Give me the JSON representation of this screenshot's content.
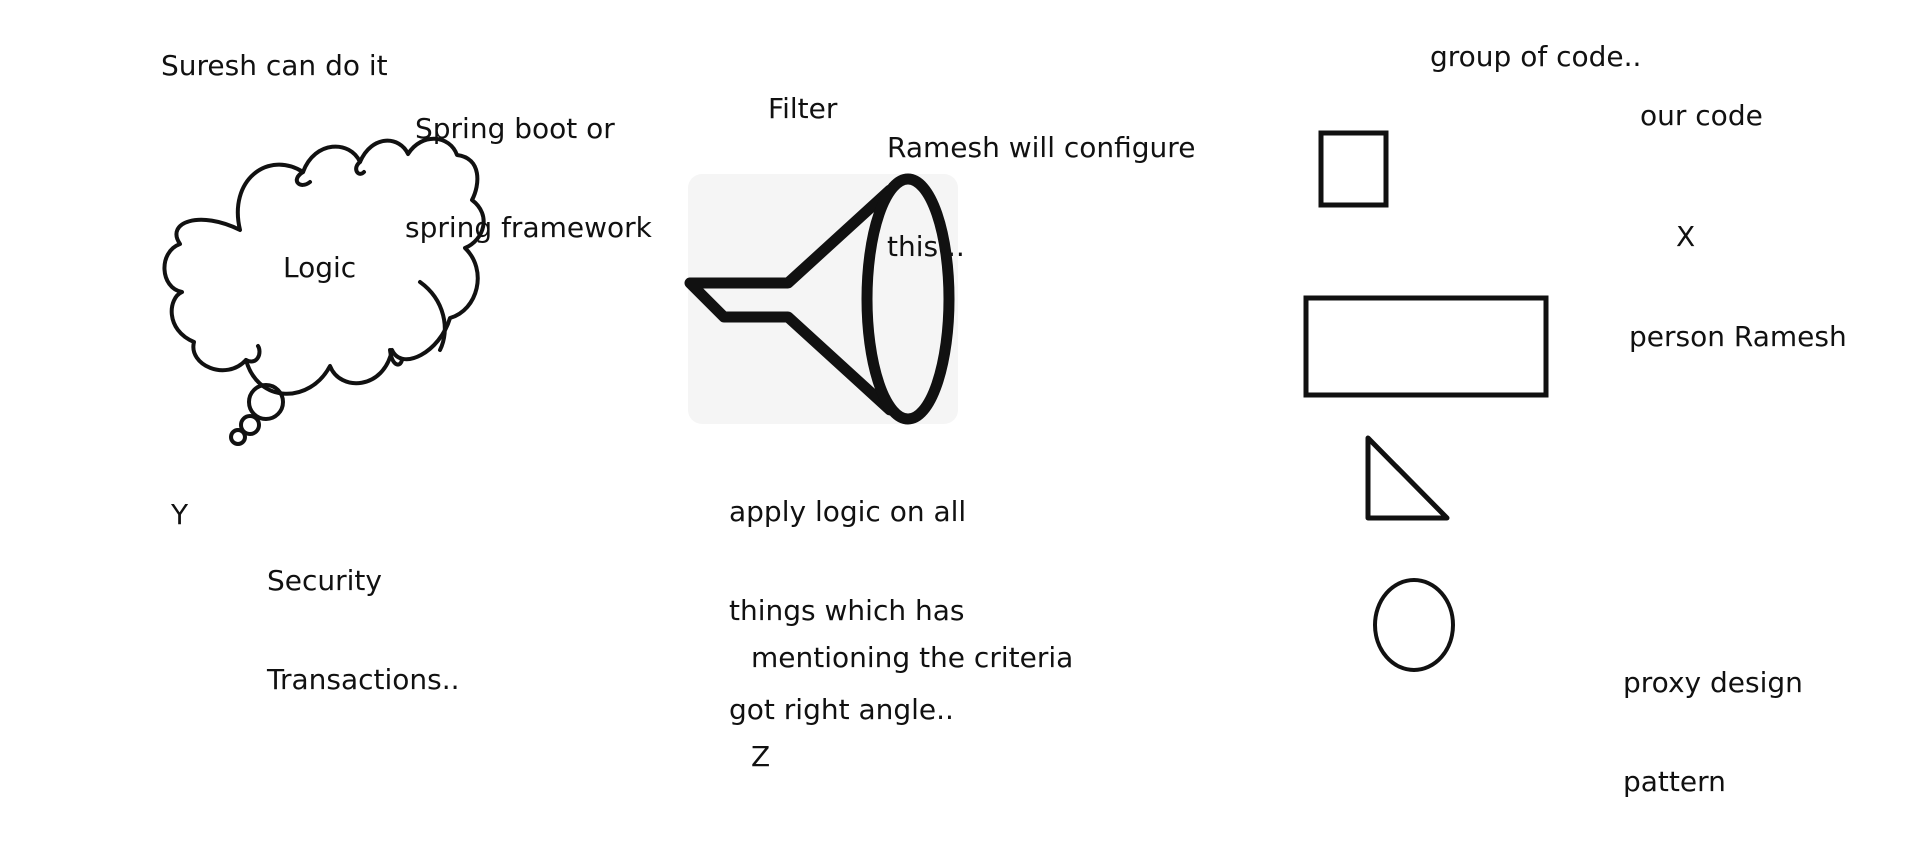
{
  "colors": {
    "ink": "#111111",
    "background": "#ffffff",
    "funnel_bg": "#f5f5f5"
  },
  "icons": {
    "thought_cloud": "thought-cloud-icon",
    "funnel": "funnel-icon"
  },
  "labels": {
    "suresh": "Suresh can do it",
    "spring": [
      "Spring boot or",
      "spring framework"
    ],
    "logic": "Logic",
    "y": "Y",
    "security": [
      "Security",
      "Transactions.."
    ],
    "filter": "Filter",
    "ramesh_config": [
      "Ramesh will configure",
      "this..."
    ],
    "apply_logic": [
      "apply logic on all",
      "things which has",
      "got right angle.."
    ],
    "criteria": [
      "mentioning the criteria",
      "Z"
    ],
    "group_of_code": "group of code..",
    "our_code": "our code",
    "x": "X",
    "person_ramesh": "person Ramesh",
    "proxy": [
      "proxy design",
      "pattern"
    ]
  }
}
